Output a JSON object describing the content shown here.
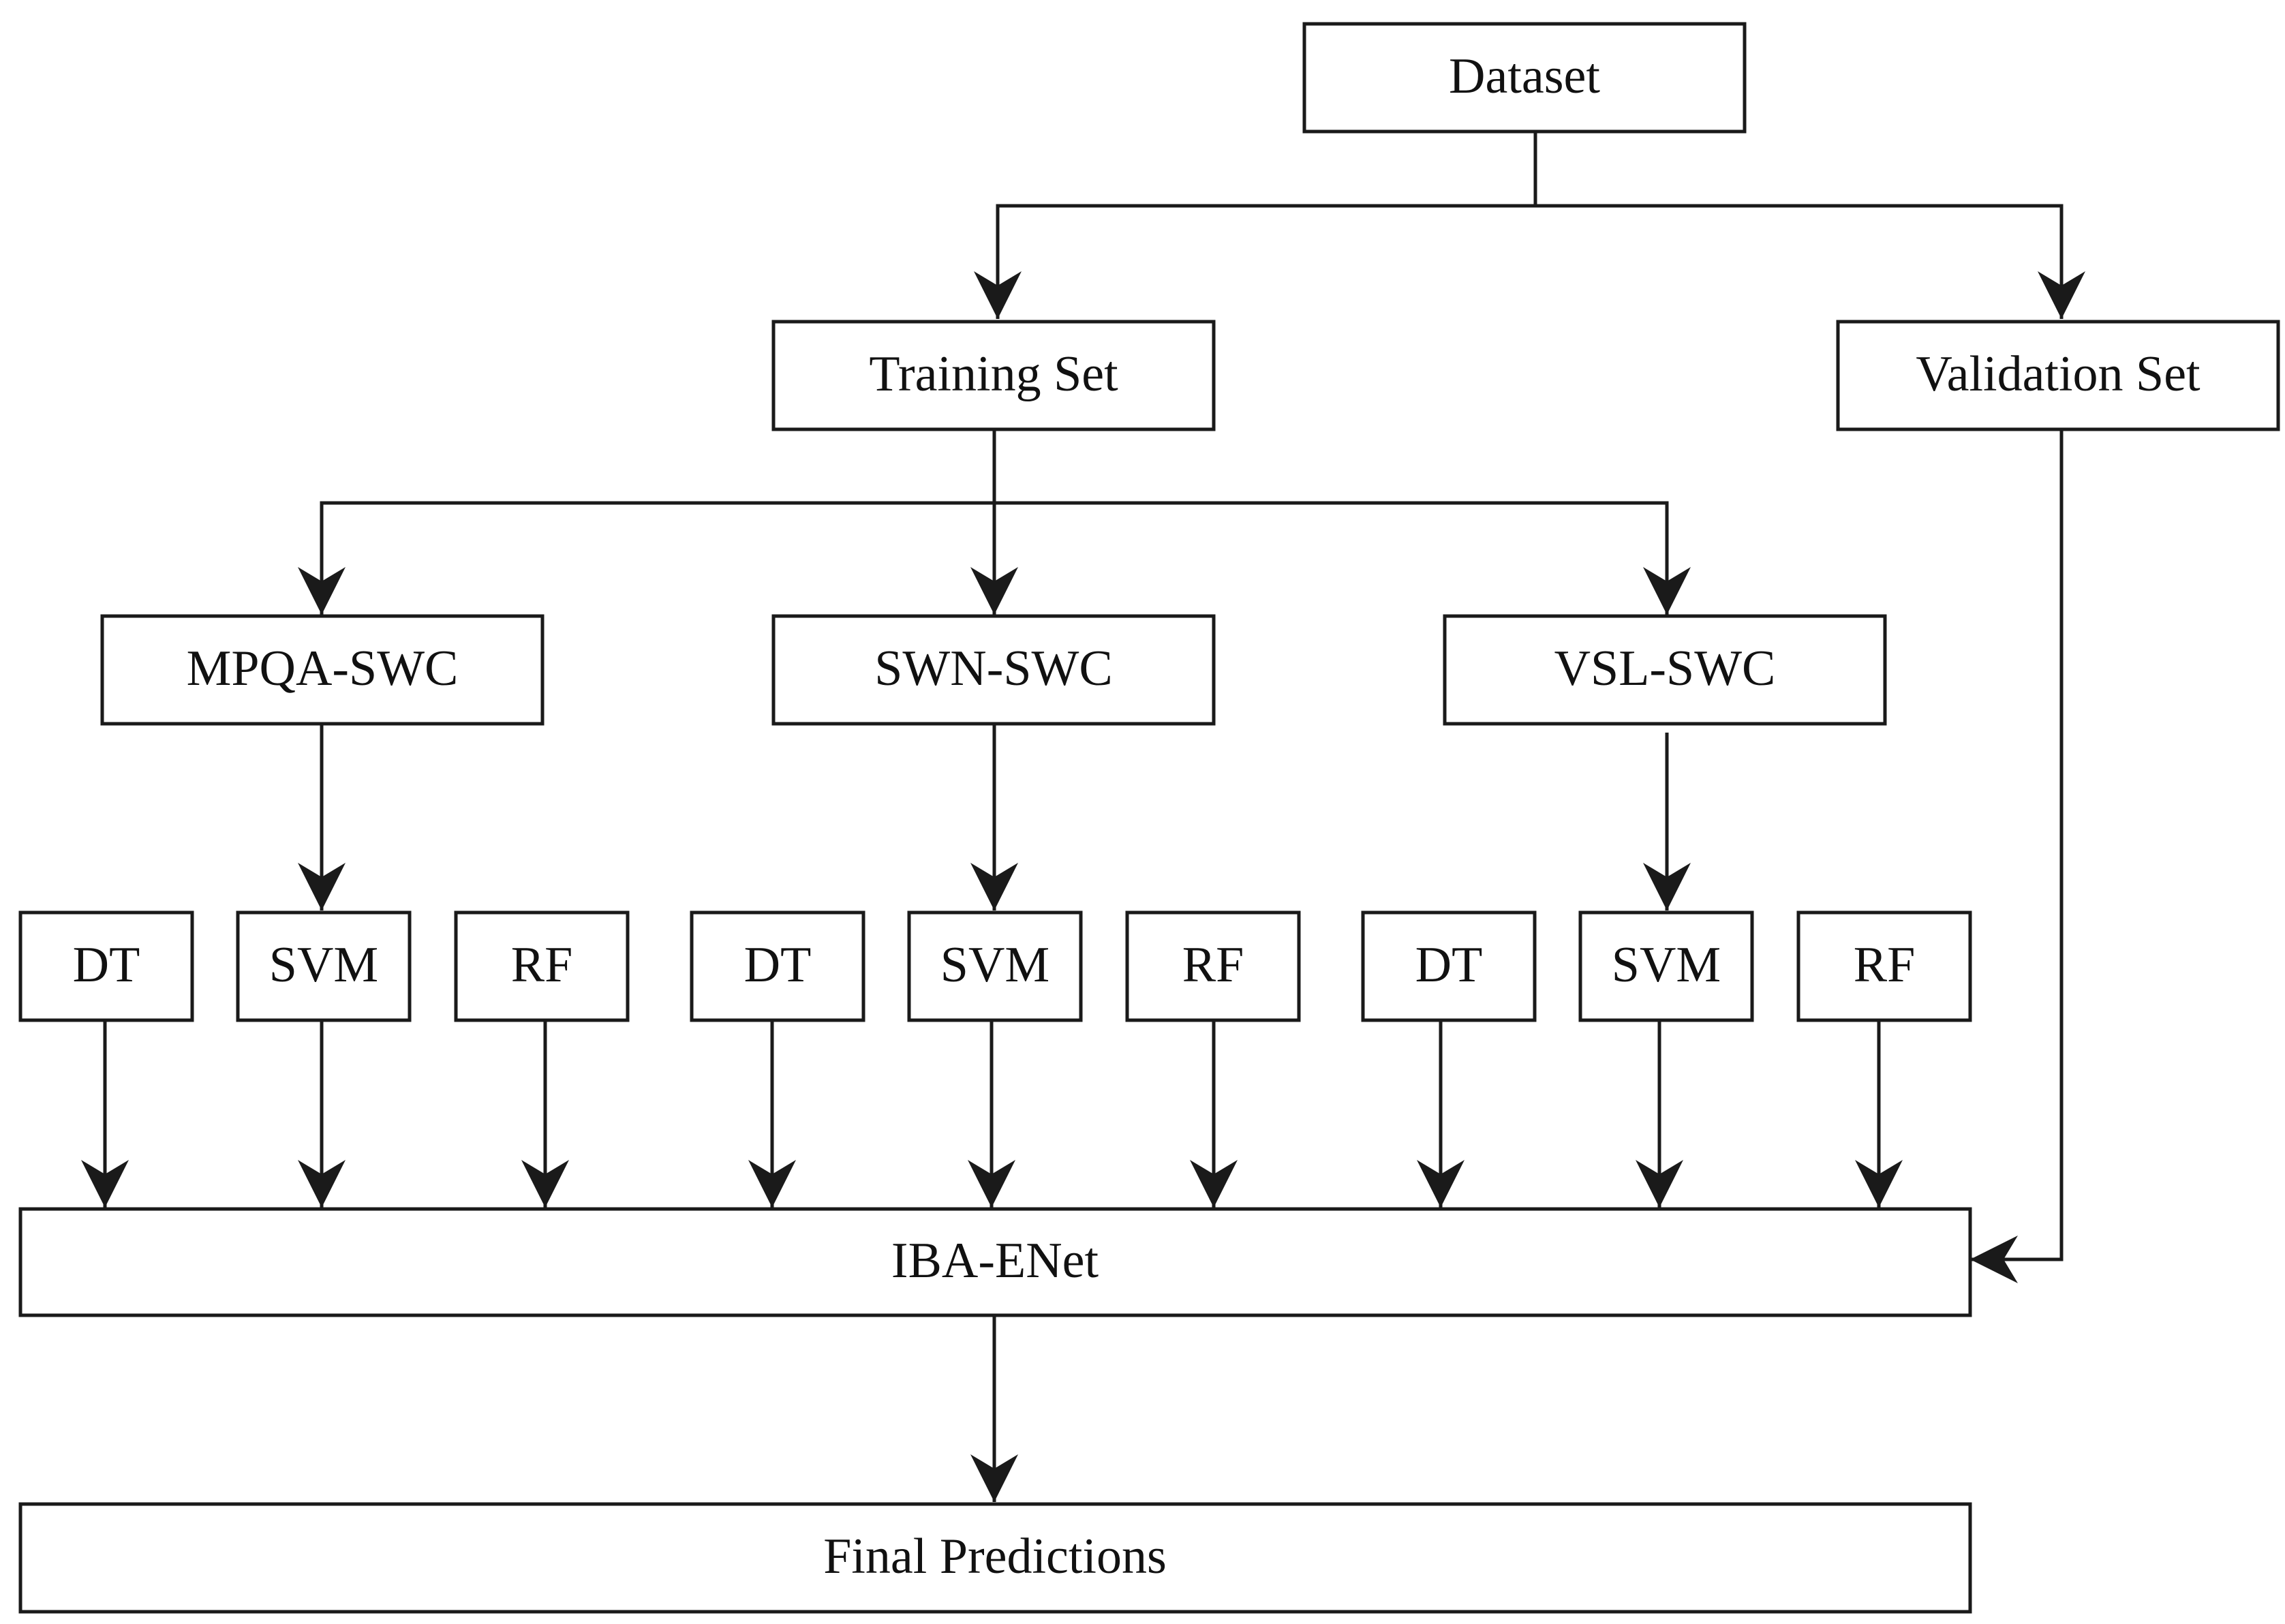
{
  "diagram": {
    "nodes": {
      "dataset": "Dataset",
      "training_set": "Training Set",
      "validation_set": "Validation Set",
      "mpqa_swc": "MPQA-SWC",
      "swn_swc": "SWN-SWC",
      "vsl_swc": "VSL-SWC",
      "dt_1": "DT",
      "svm_1": "SVM",
      "rf_1": "RF",
      "dt_2": "DT",
      "svm_2": "SVM",
      "rf_2": "RF",
      "dt_3": "DT",
      "svm_3": "SVM",
      "rf_3": "RF",
      "iba_enet": "IBA-ENet",
      "final_predictions": "Final Predictions"
    },
    "colors": {
      "stroke": "#1a1a1a",
      "fill": "#ffffff",
      "text": "#111111"
    }
  }
}
